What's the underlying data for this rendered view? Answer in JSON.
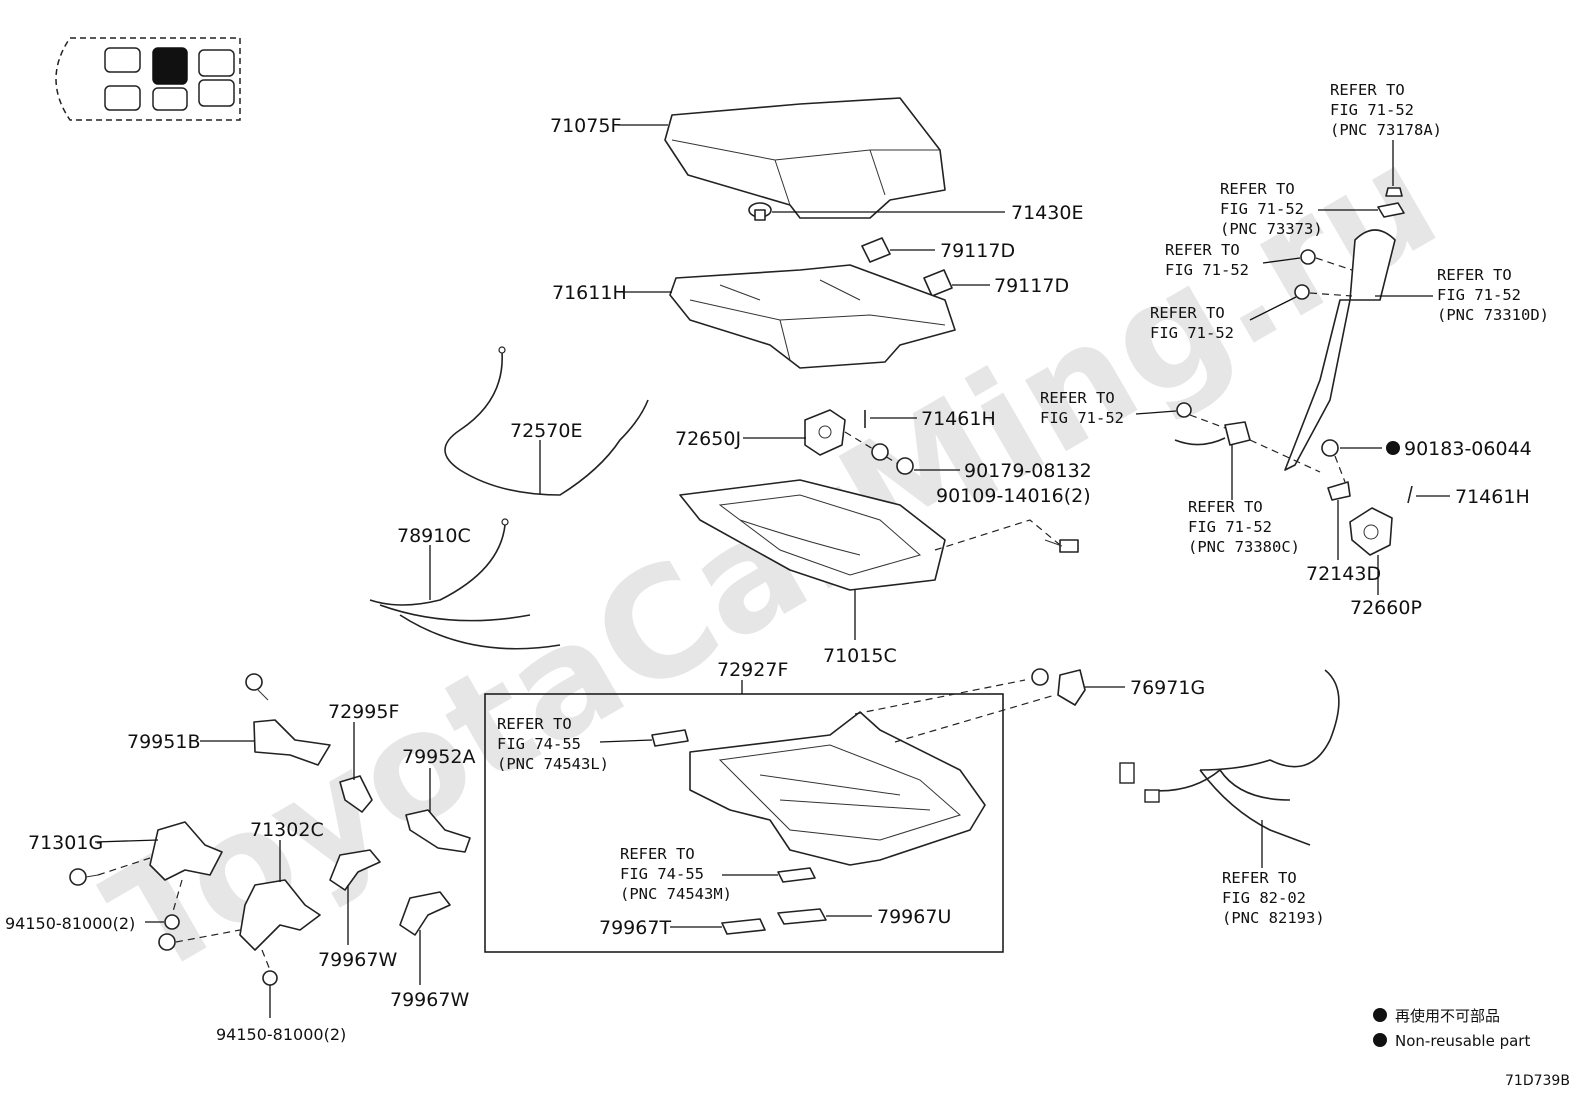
{
  "watermark": "ToyotaCarMing.ru",
  "diagram_id": "71D739B",
  "parts": {
    "p71075F": "71075F",
    "p71430E": "71430E",
    "p79117D_a": "79117D",
    "p79117D_b": "79117D",
    "p71611H": "71611H",
    "p72570E": "72570E",
    "p72650J": "72650J",
    "p71461H_a": "71461H",
    "p90179": "90179-08132",
    "p90109": "90109-14016(2)",
    "p78910C": "78910C",
    "p71015C": "71015C",
    "p90183": "90183-06044",
    "p71461H_b": "71461H",
    "p72143D": "72143D",
    "p72660P": "72660P",
    "p72927F": "72927F",
    "p76971G": "76971G",
    "p72995F": "72995F",
    "p79951B": "79951B",
    "p79952A": "79952A",
    "p71301G": "71301G",
    "p71302C": "71302C",
    "p94150_a": "94150-81000(2)",
    "p94150_b": "94150-81000(2)",
    "p79967W_a": "79967W",
    "p79967W_b": "79967W",
    "p79967T": "79967T",
    "p79967U": "79967U"
  },
  "refs": {
    "r73178A": [
      "REFER TO",
      "FIG 71-52",
      "(PNC 73178A)"
    ],
    "r73373": [
      "REFER TO",
      "FIG 71-52",
      "(PNC 73373)"
    ],
    "r71_52_a": [
      "REFER TO",
      "FIG 71-52"
    ],
    "r73310D": [
      "REFER TO",
      "FIG 71-52",
      "(PNC 73310D)"
    ],
    "r71_52_b": [
      "REFER TO",
      "FIG 71-52"
    ],
    "r71_52_c": [
      "REFER TO",
      "FIG 71-52"
    ],
    "r73380C": [
      "REFER TO",
      "FIG 71-52",
      "(PNC 73380C)"
    ],
    "r74543L": [
      "REFER TO",
      "FIG 74-55",
      "(PNC 74543L)"
    ],
    "r74543M": [
      "REFER TO",
      "FIG 74-55",
      "(PNC 74543M)"
    ],
    "r82193": [
      "REFER TO",
      "FIG 82-02",
      "(PNC 82193)"
    ]
  },
  "legend": {
    "jp": "再使用不可部品",
    "en": "Non-reusable part"
  }
}
